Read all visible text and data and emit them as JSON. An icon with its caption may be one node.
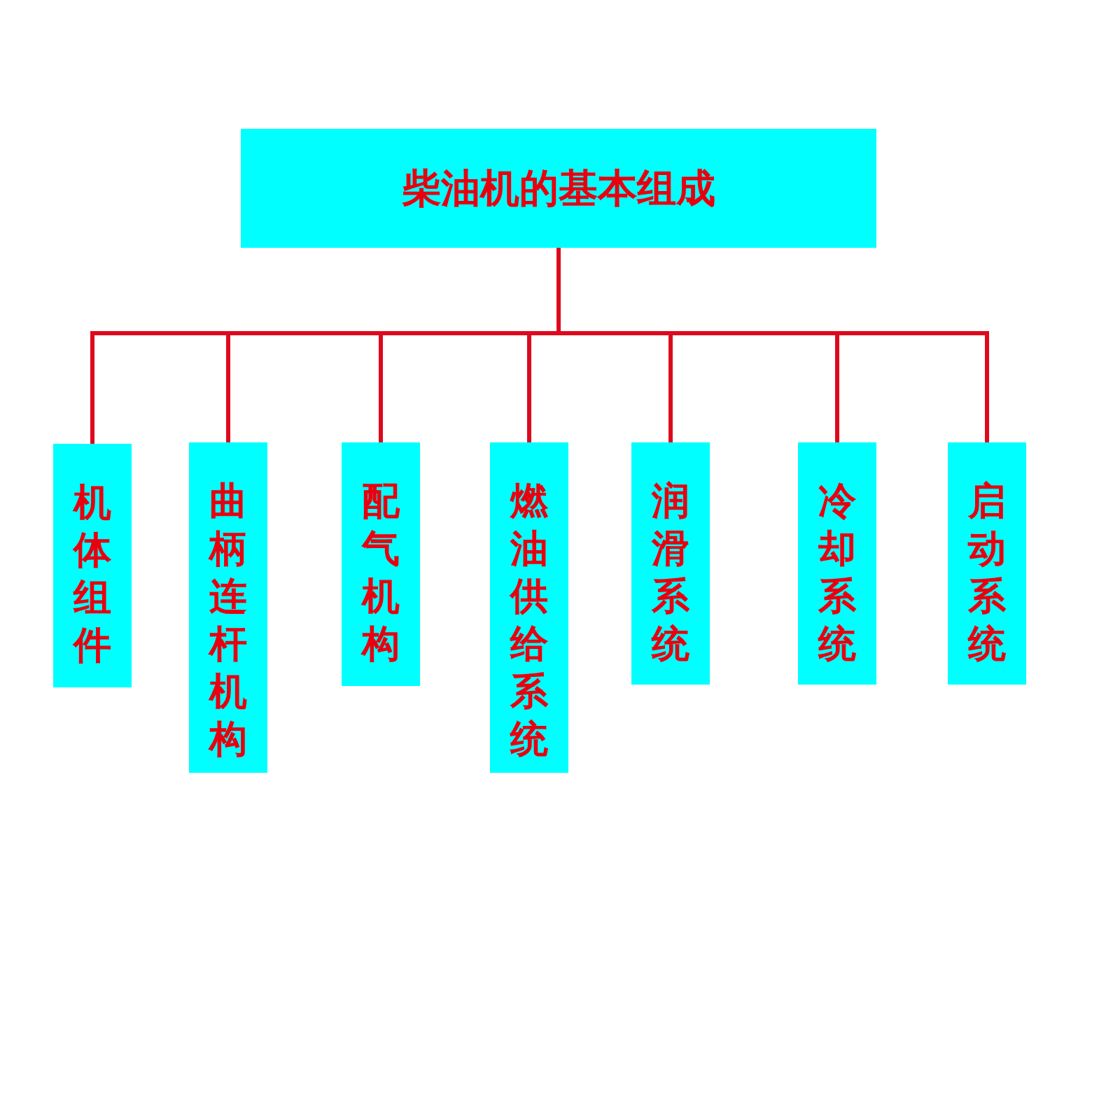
{
  "diagram": {
    "nodes": [
      {
        "text": [
          "柴油机的基本组成"
        ]
      },
      {
        "text": [
          "机体组件"
        ]
      },
      {
        "text": [
          "曲柄连杆机构"
        ]
      },
      {
        "text": [
          "配气机构"
        ]
      },
      {
        "text": [
          "燃油供给系统"
        ]
      },
      {
        "text": [
          "润滑系统"
        ]
      },
      {
        "text": [
          "冷却系统"
        ]
      },
      {
        "text": [
          "启动系统"
        ]
      }
    ],
    "edges": [
      {
        "from": 0,
        "to": 1,
        "arrow": "none"
      },
      {
        "from": 0,
        "to": 2,
        "arrow": "none"
      },
      {
        "from": 0,
        "to": 3,
        "arrow": "none"
      },
      {
        "from": 0,
        "to": 4,
        "arrow": "none"
      },
      {
        "from": 0,
        "to": 5,
        "arrow": "none"
      },
      {
        "from": 0,
        "to": 6,
        "arrow": "none"
      },
      {
        "from": 0,
        "to": 7,
        "arrow": "none"
      }
    ]
  }
}
